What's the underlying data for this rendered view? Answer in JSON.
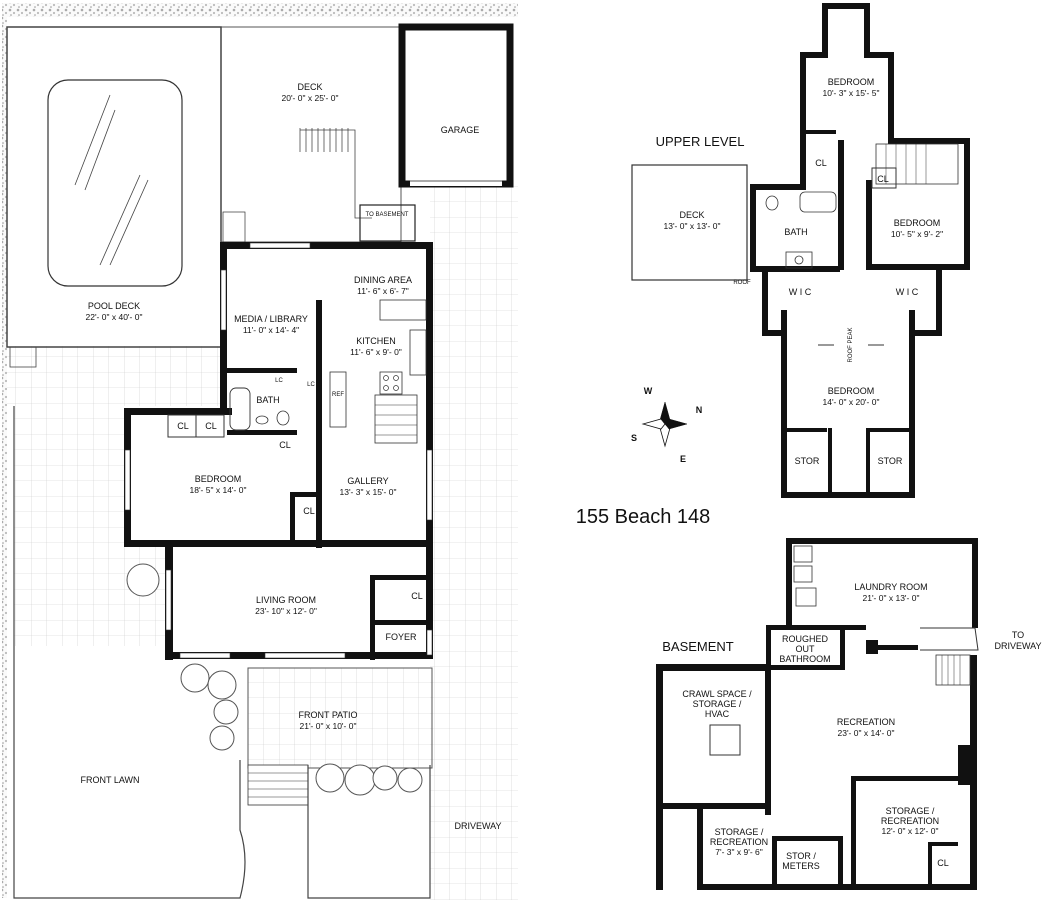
{
  "title": "155 Beach 148",
  "main_level": {
    "pool_deck": {
      "name": "POOL DECK",
      "dims": "22'- 0\" x 40'- 0\""
    },
    "deck": {
      "name": "DECK",
      "dims": "20'- 0\" x 25'- 0\""
    },
    "garage": {
      "name": "GARAGE"
    },
    "to_basement": "TO BASEMENT",
    "dining": {
      "name": "DINING AREA",
      "dims": "11'- 6\" x 6'- 7\""
    },
    "media": {
      "name": "MEDIA / LIBRARY",
      "dims": "11'- 0\" x 14'- 4\""
    },
    "kitchen": {
      "name": "KITCHEN",
      "dims": "11'- 6\" x 9'- 0\""
    },
    "bath": "BATH",
    "lc1": "LC",
    "lc2": "LC",
    "ref": "REF",
    "cl1": "CL",
    "cl2": "CL",
    "cl3": "CL",
    "cl4": "CL",
    "cl5": "CL",
    "bedroom": {
      "name": "BEDROOM",
      "dims": "18'- 5\" x 14'- 0\""
    },
    "gallery": {
      "name": "GALLERY",
      "dims": "13'- 3\" x 15'- 0\""
    },
    "living": {
      "name": "LIVING ROOM",
      "dims": "23'- 10\" x 12'- 0\""
    },
    "foyer": "FOYER",
    "front_patio": {
      "name": "FRONT PATIO",
      "dims": "21'- 0\" x 10'- 0\""
    },
    "front_lawn": "FRONT LAWN",
    "driveway": "DRIVEWAY"
  },
  "upper_level": {
    "heading": "UPPER LEVEL",
    "bedroom_top": {
      "name": "BEDROOM",
      "dims": "10'- 3\" x 15'- 5\""
    },
    "cl_a": "CL",
    "cl_b": "CL",
    "deck": {
      "name": "DECK",
      "dims": "13'- 0\" x 13'- 0\""
    },
    "bath": "BATH",
    "bedroom_right": {
      "name": "BEDROOM",
      "dims": "10'- 5\" x 9'- 2\""
    },
    "roof": "ROOF",
    "wic_left": "W I C",
    "wic_right": "W I C",
    "roof_peak": "ROOF PEAK",
    "bedroom_main": {
      "name": "BEDROOM",
      "dims": "14'- 0\" x 20'- 0\""
    },
    "stor_left": "STOR",
    "stor_right": "STOR"
  },
  "compass": {
    "w": "W",
    "n": "N",
    "s": "S",
    "e": "E"
  },
  "basement": {
    "heading": "BASEMENT",
    "laundry": {
      "name": "LAUNDRY ROOM",
      "dims": "21'- 0\" x 13'- 0\""
    },
    "to_driveway_1": "TO",
    "to_driveway_2": "DRIVEWAY",
    "roughed_1": "ROUGHED",
    "roughed_2": "OUT",
    "roughed_3": "BATHROOM",
    "crawl_1": "CRAWL SPACE /",
    "crawl_2": "STORAGE /",
    "crawl_3": "HVAC",
    "recreation": {
      "name": "RECREATION",
      "dims": "23'- 0\" x 14'- 0\""
    },
    "storage_small_1": "STORAGE /",
    "storage_small_2": "RECREATION",
    "storage_small_dims": "7'- 3\" x 9'- 6\"",
    "stor_meters_1": "STOR /",
    "stor_meters_2": "METERS",
    "storage_big_1": "STORAGE /",
    "storage_big_2": "RECREATION",
    "storage_big_dims": "12'- 0\" x 12'- 0\"",
    "cl": "CL"
  },
  "colors": {
    "wall": "#111111",
    "grid": "#c9c9c9",
    "shrub": "#555555"
  }
}
